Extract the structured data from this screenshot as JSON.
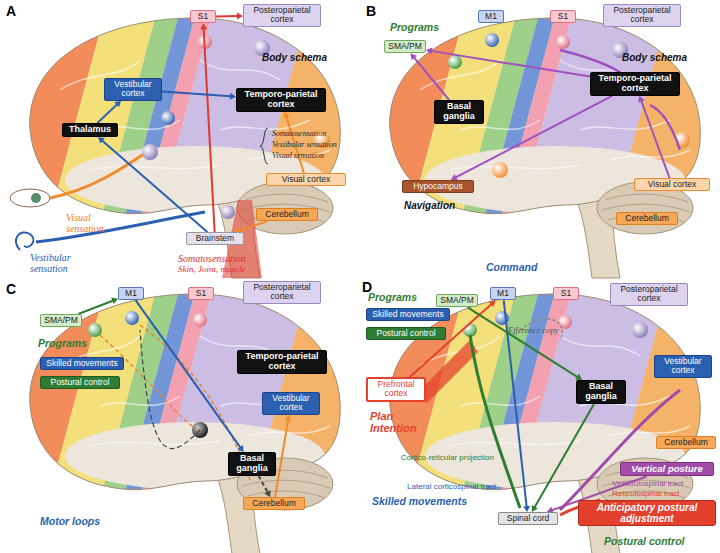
{
  "diagram": {
    "nodes": [
      {
        "text": [
          "S1"
        ]
      },
      {
        "text": [
          "Posteroparietal cortex"
        ]
      },
      {
        "text": [
          "Vestibular cortex"
        ]
      },
      {
        "text": [
          "Temporo-parietal cortex"
        ]
      },
      {
        "text": [
          "Thalamus"
        ]
      },
      {
        "text": [
          "Visual cortex"
        ]
      },
      {
        "text": [
          "Cerebellum"
        ]
      },
      {
        "text": [
          "Brainstem"
        ]
      },
      {
        "text": [
          "SMA/PM"
        ]
      },
      {
        "text": [
          "M1"
        ]
      },
      {
        "text": [
          "S1"
        ]
      },
      {
        "text": [
          "Posteroparietal cortex"
        ]
      },
      {
        "text": [
          "Temporo-parietal cortex"
        ]
      },
      {
        "text": [
          "Basal ganglia"
        ]
      },
      {
        "text": [
          "Visual cortex"
        ]
      },
      {
        "text": [
          "Hypocampus"
        ]
      },
      {
        "text": [
          "Cerebellum"
        ]
      },
      {
        "text": [
          "M1"
        ]
      },
      {
        "text": [
          "S1"
        ]
      },
      {
        "text": [
          "SMA/PM"
        ]
      },
      {
        "text": [
          "Posteroparietal cortex"
        ]
      },
      {
        "text": [
          "Temporo-parietal cortex"
        ]
      },
      {
        "text": [
          "Skilled movements"
        ]
      },
      {
        "text": [
          "Postural control"
        ]
      },
      {
        "text": [
          "Vestibular cortex"
        ]
      },
      {
        "text": [
          "Basal ganglia"
        ]
      },
      {
        "text": [
          "Cerebellum"
        ]
      },
      {
        "text": [
          "SMA/PM"
        ]
      },
      {
        "text": [
          "M1"
        ]
      },
      {
        "text": [
          "S1"
        ]
      },
      {
        "text": [
          "Posteroparietal cortex"
        ]
      },
      {
        "text": [
          "Skilled movements"
        ]
      },
      {
        "text": [
          "Postural control"
        ]
      },
      {
        "text": [
          "Prefrontal cortex"
        ]
      },
      {
        "text": [
          "Vestibular cortex"
        ]
      },
      {
        "text": [
          "Basal ganglia"
        ]
      },
      {
        "text": [
          "Cerebellum"
        ]
      },
      {
        "text": [
          "Vertical posture"
        ]
      },
      {
        "text": [
          "Spinal cord"
        ]
      },
      {
        "text": [
          "Anticipatory postural adjustment"
        ]
      }
    ],
    "edges": [
      {
        "from": 7,
        "to": 4,
        "arrow": "to"
      },
      {
        "from": 7,
        "to": 0,
        "arrow": "to"
      },
      {
        "from": 4,
        "to": 2,
        "arrow": "to"
      },
      {
        "from": 0,
        "to": 1,
        "arrow": "to"
      },
      {
        "from": 2,
        "to": 3,
        "arrow": "to"
      },
      {
        "from": 5,
        "to": 3,
        "arrow": "to"
      },
      {
        "from": 6,
        "to": 7,
        "arrow": "to"
      },
      {
        "from": 12,
        "to": 8,
        "arrow": "to"
      },
      {
        "from": 12,
        "to": 15,
        "arrow": "to"
      },
      {
        "from": 14,
        "to": 12,
        "arrow": "to"
      },
      {
        "from": 13,
        "to": 8,
        "arrow": "to"
      },
      {
        "from": 17,
        "to": 25,
        "arrow": "to"
      },
      {
        "from": 25,
        "to": 26,
        "arrow": "to"
      },
      {
        "from": 26,
        "to": 24,
        "arrow": "to"
      },
      {
        "from": 19,
        "to": 17,
        "arrow": "to"
      },
      {
        "from": 33,
        "to": 28,
        "arrow": "to"
      },
      {
        "from": 28,
        "to": 38,
        "arrow": "to"
      },
      {
        "from": 37,
        "to": 38,
        "arrow": "to"
      },
      {
        "from": 35,
        "to": 38,
        "arrow": "to"
      },
      {
        "from": 27,
        "to": 35,
        "arrow": "to"
      }
    ],
    "labels": [
      "A",
      "Body schema",
      "Somatosensation",
      "Vestibular sensation",
      "Visual sensation",
      "Visual sensation",
      "Vestibular sensation",
      "Somatosensation",
      "Skin, Joint, muscle",
      "B",
      "Programs",
      "Body schema",
      "Navigation",
      "C",
      "Programs",
      "Motor loops",
      "D",
      "Command",
      "Programs",
      "Efference copy",
      "Plan Intention",
      "Cortico-reticular projection",
      "Lateral corticospinal tract",
      "Skilled movements",
      "Vestibulospinal tract",
      "Reticulospinal tract",
      "Postural control"
    ]
  }
}
